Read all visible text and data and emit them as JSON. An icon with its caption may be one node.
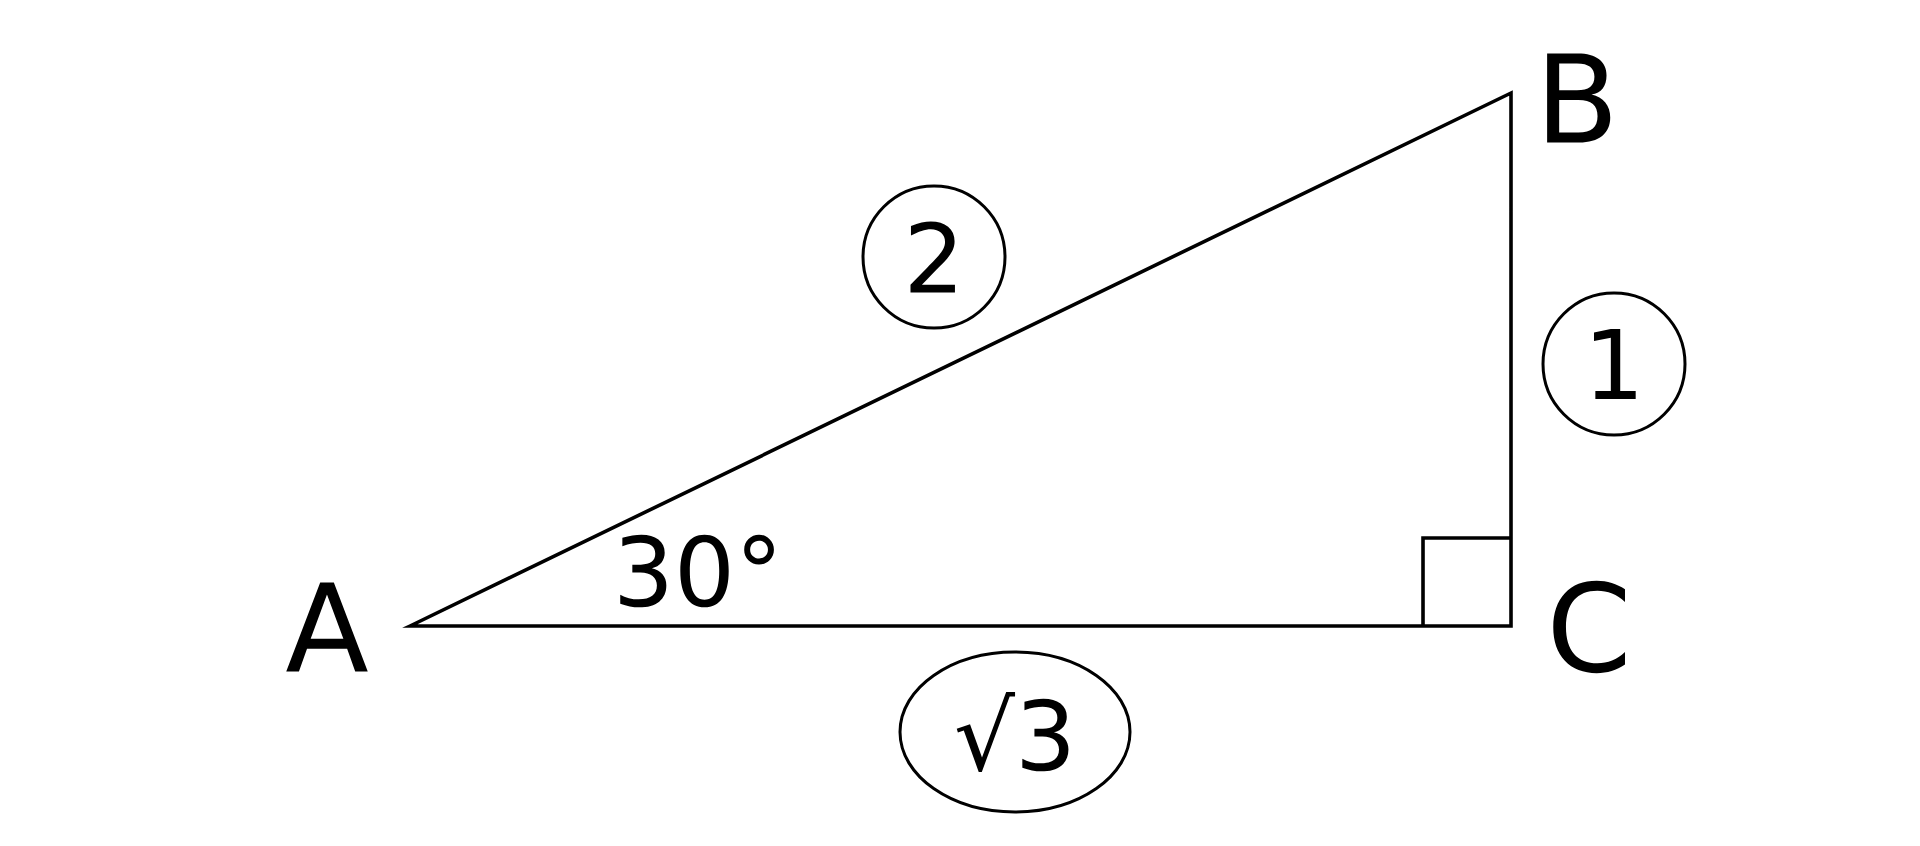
{
  "diagram": {
    "nodes": [
      {
        "text": [
          "2"
        ]
      },
      {
        "text": [
          "1"
        ]
      },
      {
        "text": [
          "√3"
        ]
      }
    ],
    "labels": [
      "B",
      "30°",
      "A",
      "C"
    ]
  }
}
